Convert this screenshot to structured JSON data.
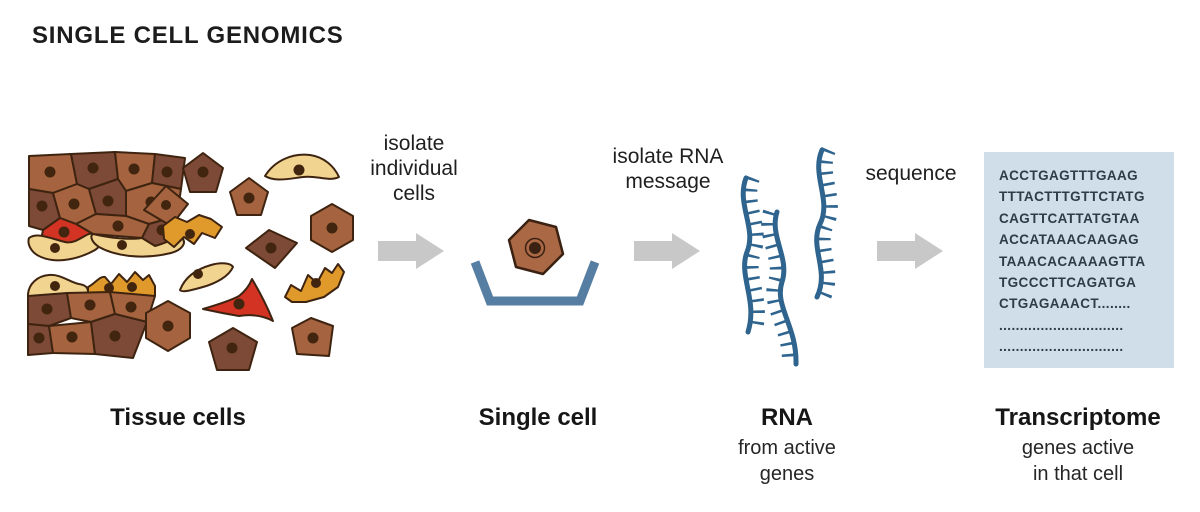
{
  "title": "SINGLE CELL GENOMICS",
  "process_steps": [
    {
      "label": "isolate\nindividual\ncells"
    },
    {
      "label": "isolate RNA\nmessage"
    },
    {
      "label": "sequence"
    }
  ],
  "stages": [
    {
      "name": "Tissue cells",
      "description": ""
    },
    {
      "name": "Single cell",
      "description": ""
    },
    {
      "name": "RNA",
      "description": "from active\ngenes"
    },
    {
      "name": "Transcriptome",
      "description": "genes active\nin that cell"
    }
  ],
  "sequence_box": {
    "lines": [
      "ACCTGAGTTTGAAG",
      "TTTACTTTGTTCTATG",
      "CAGTTCATTATGTAA",
      "ACCATAAACAAGAG",
      "TAAACACAAAAGTTA",
      "TGCCCTTCAGATGA",
      "CTGAGAAACT........",
      "..............................",
      ".............................."
    ]
  },
  "icons": {
    "arrow": "arrow-right-icon"
  },
  "colors": {
    "arrow_gray": "#c8c8c8",
    "dish_blue": "#567da2",
    "rna_blue": "#2e648e",
    "sequence_box_bg": "#cfdee8",
    "sequence_text": "#2e3c49",
    "cell_brown_medium": "#a5643f",
    "cell_brown_dark": "#7d4a37",
    "cell_red": "#d23322",
    "cell_cream": "#f2d491",
    "cell_orange": "#e09a2b",
    "cell_outline": "#3e2410",
    "label_text": "#1c1c1c"
  }
}
